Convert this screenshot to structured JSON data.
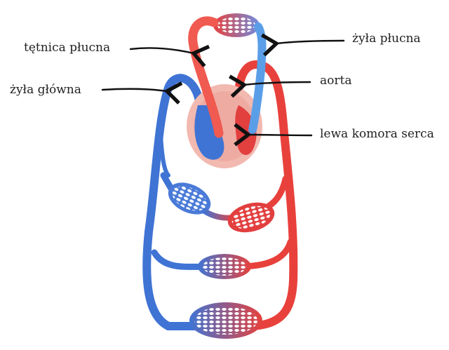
{
  "labels": {
    "pulmonary_artery": "tętnica płucna",
    "pulmonary_vein": "żyła płucna",
    "vena_cava": "żyła główna",
    "aorta": "aorta",
    "left_ventricle": "lewa komora serca"
  },
  "colors": {
    "oxygenated": "#e8413c",
    "deoxygenated": "#3f74d4",
    "pulmonary_vein": "#5b9ee8",
    "heart": "#f0b1a8",
    "arrow": "#111111"
  }
}
